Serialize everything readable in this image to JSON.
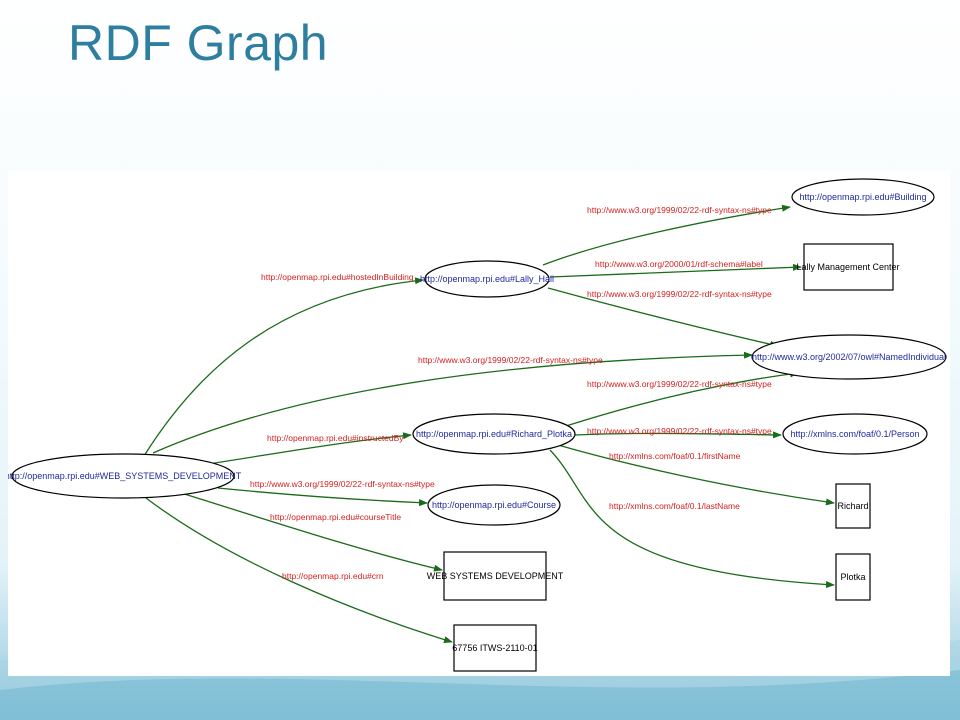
{
  "slide": {
    "title": "RDF Graph"
  },
  "nodes": {
    "course_uri": "http://openmap.rpi.edu#WEB_SYSTEMS_DEVELOPMENT",
    "lally_hall": "http://openmap.rpi.edu#Lally_Hall",
    "building": "http://openmap.rpi.edu#Building",
    "lally_label": "Lally Management Center",
    "named_individual": "http://www.w3.org/2002/07/owl#NamedIndividual",
    "richard_plotka": "http://openmap.rpi.edu#Richard_Plotka",
    "person": "http://xmlns.com/foaf/0.1/Person",
    "richard": "Richard",
    "plotka": "Plotka",
    "course_class": "http://openmap.rpi.edu#Course",
    "course_title": "WEB SYSTEMS DEVELOPMENT",
    "crn": "67756 ITWS-2110-01"
  },
  "edges": {
    "hosted_in_building": "http://openmap.rpi.edu#hostedInBuilding",
    "lally_type_building": "http://www.w3.org/1999/02/22-rdf-syntax-ns#type",
    "lally_label": "http://www.w3.org/2000/01/rdf-schema#label",
    "lally_type_named": "http://www.w3.org/1999/02/22-rdf-syntax-ns#type",
    "course_type_named": "http://www.w3.org/1999/02/22-rdf-syntax-ns#type",
    "richard_type_named": "http://www.w3.org/1999/02/22-rdf-syntax-ns#type",
    "instructed_by": "http://openmap.rpi.edu#instructedBy",
    "richard_type_person": "http://www.w3.org/1999/02/22-rdf-syntax-ns#type",
    "first_name": "http://xmlns.com/foaf/0.1/firstName",
    "last_name": "http://xmlns.com/foaf/0.1/lastName",
    "course_type_course": "http://www.w3.org/1999/02/22-rdf-syntax-ns#type",
    "course_title": "http://openmap.rpi.edu#courseTitle",
    "crn": "http://openmap.rpi.edu#crn"
  },
  "colors": {
    "title": "#2e7ea0",
    "node_text": "#1f2a9c",
    "edge_text": "#d42020",
    "edge_line": "#1a6b1a"
  }
}
